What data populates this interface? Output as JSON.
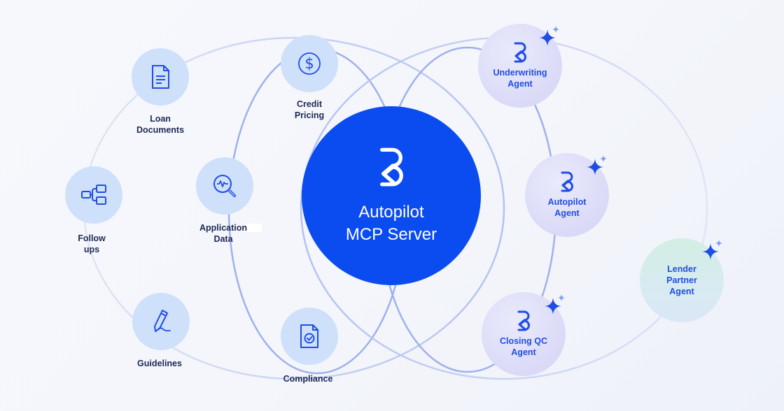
{
  "diagram": {
    "hub": {
      "title": "Autopilot\nMCP Server",
      "icon": "brand-logo-icon",
      "color": "#0a4cf0"
    },
    "tools": [
      {
        "id": "loan-documents",
        "label": "Loan\nDocuments",
        "icon": "document-icon"
      },
      {
        "id": "credit-pricing",
        "label": "Credit\nPricing",
        "icon": "dollar-circle-icon"
      },
      {
        "id": "application-data",
        "label": "Application\nData",
        "icon": "magnify-pulse-icon"
      },
      {
        "id": "follow-ups",
        "label": "Follow\nups",
        "icon": "flow-tree-icon"
      },
      {
        "id": "guidelines",
        "label": "Guidelines",
        "icon": "pen-sign-icon"
      },
      {
        "id": "compliance",
        "label": "Compliance",
        "icon": "document-check-icon"
      }
    ],
    "agents": [
      {
        "id": "underwriting-agent",
        "label": "Underwriting\nAgent",
        "icon": "brand-logo-icon",
        "badge": "sparkle-icon"
      },
      {
        "id": "autopilot-agent",
        "label": "Autopilot\nAgent",
        "icon": "brand-logo-icon",
        "badge": "sparkle-icon"
      },
      {
        "id": "closing-qc-agent",
        "label": "Closing QC\nAgent",
        "icon": "brand-logo-icon",
        "badge": "sparkle-icon"
      },
      {
        "id": "lender-partner-agent",
        "label": "Lender\nPartner\nAgent",
        "badge": "sparkle-icon"
      }
    ],
    "colors": {
      "accent": "#0a4cf0",
      "icon_stroke": "#1f4ee6",
      "tool_fill": "#cfe0fb",
      "label_text": "#1e2a55",
      "ring": "#9aaeea"
    }
  }
}
